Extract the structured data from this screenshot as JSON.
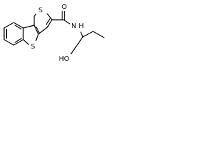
{
  "molecule": {
    "atoms": {
      "s_thiophene_top": "S",
      "s_benzothiophene": "S",
      "o_carbonyl": "O",
      "n_amide": "N",
      "h_amide": "H",
      "o_hydroxyl": "HO"
    }
  }
}
